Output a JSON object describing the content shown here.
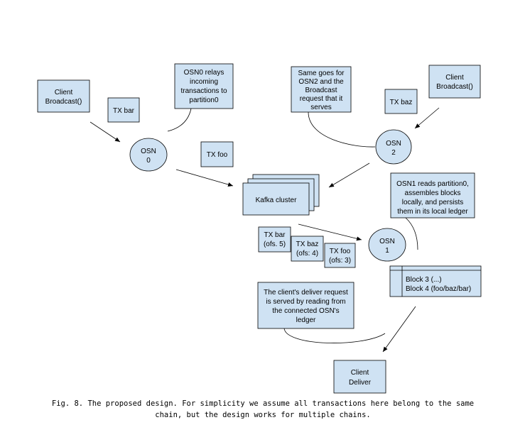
{
  "nodes": {
    "client_broadcast_left": [
      "Client",
      "Broadcast()"
    ],
    "client_broadcast_right": [
      "Client",
      "Broadcast()"
    ],
    "tx_bar": "TX bar",
    "tx_baz": "TX baz",
    "tx_foo": "TX foo",
    "osn0": [
      "OSN",
      "0"
    ],
    "osn1": [
      "OSN",
      "1"
    ],
    "osn2": [
      "OSN",
      "2"
    ],
    "kafka_cluster": "Kafka cluster",
    "tx_bar_ofs": [
      "TX bar",
      "(ofs. 5)"
    ],
    "tx_baz_ofs": [
      "TX baz",
      "(ofs: 4)"
    ],
    "tx_foo_ofs": [
      "TX foo",
      "(ofs: 3)"
    ],
    "ledger_blocks": [
      "Block 3 (...)",
      "Block 4 (foo/baz/bar)"
    ],
    "client_deliver": [
      "Client",
      "Deliver"
    ]
  },
  "notes": {
    "osn0_note": [
      "OSN0 relays",
      "incoming",
      "transactions to",
      "partition0"
    ],
    "osn2_note": [
      "Same goes for",
      "OSN2 and the",
      "Broadcast",
      "request that it",
      "serves"
    ],
    "osn1_note": [
      "OSN1 reads partition0,",
      "assembles blocks",
      "locally, and persists",
      "them in its local ledger"
    ],
    "deliver_note": [
      "The client's deliver request",
      "is served by reading from",
      "the connected OSN's",
      "ledger"
    ]
  },
  "caption": [
    "Fig. 8. The proposed design. For simplicity we assume all transactions here belong to the same",
    "chain, but the design works for multiple chains."
  ]
}
